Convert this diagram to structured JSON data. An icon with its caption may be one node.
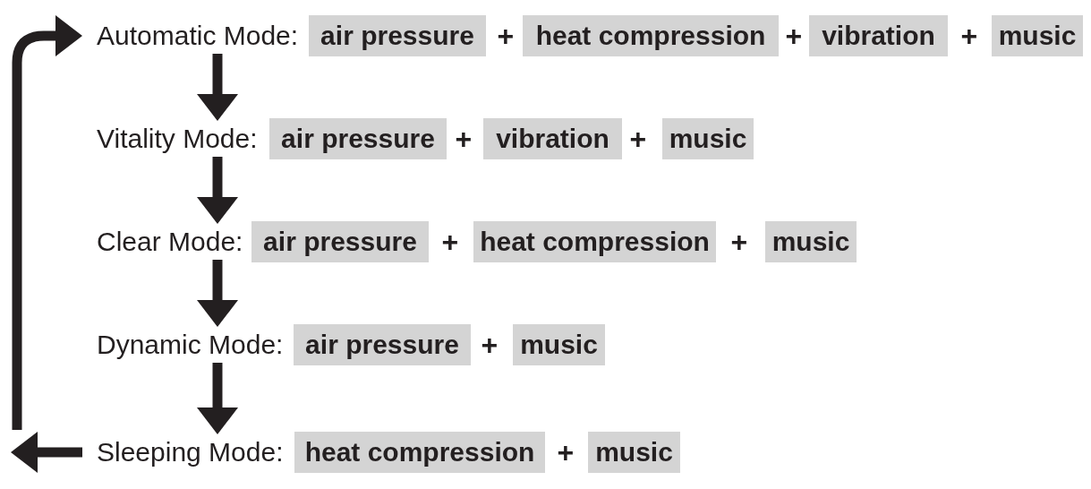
{
  "diagram": {
    "nodes": [
      {
        "text": [
          "Automatic Mode:"
        ]
      },
      {
        "text": [
          "air pressure"
        ]
      },
      {
        "text": [
          "heat compression"
        ]
      },
      {
        "text": [
          "vibration"
        ]
      },
      {
        "text": [
          "music"
        ]
      },
      {
        "text": [
          "Vitality Mode:"
        ]
      },
      {
        "text": [
          "air pressure"
        ]
      },
      {
        "text": [
          "vibration"
        ]
      },
      {
        "text": [
          "music"
        ]
      },
      {
        "text": [
          "Clear Mode:"
        ]
      },
      {
        "text": [
          "air pressure"
        ]
      },
      {
        "text": [
          "heat compression"
        ]
      },
      {
        "text": [
          "music"
        ]
      },
      {
        "text": [
          "Dynamic Mode:"
        ]
      },
      {
        "text": [
          "air pressure"
        ]
      },
      {
        "text": [
          "music"
        ]
      },
      {
        "text": [
          "Sleeping Mode:"
        ]
      },
      {
        "text": [
          "heat compression"
        ]
      },
      {
        "text": [
          "music"
        ]
      }
    ],
    "edges": [
      {
        "from": 0,
        "to": 5,
        "arrow": "to"
      },
      {
        "from": 5,
        "to": 9,
        "arrow": "to"
      },
      {
        "from": 9,
        "to": 13,
        "arrow": "to"
      },
      {
        "from": 13,
        "to": 16,
        "arrow": "to"
      },
      {
        "from": 16,
        "to": null,
        "arrow": "to"
      },
      {
        "from": null,
        "to": 0,
        "arrow": "to"
      }
    ],
    "labels": [
      "+",
      "+",
      "+",
      "+",
      "+",
      "+",
      "+",
      "+",
      "+"
    ]
  }
}
